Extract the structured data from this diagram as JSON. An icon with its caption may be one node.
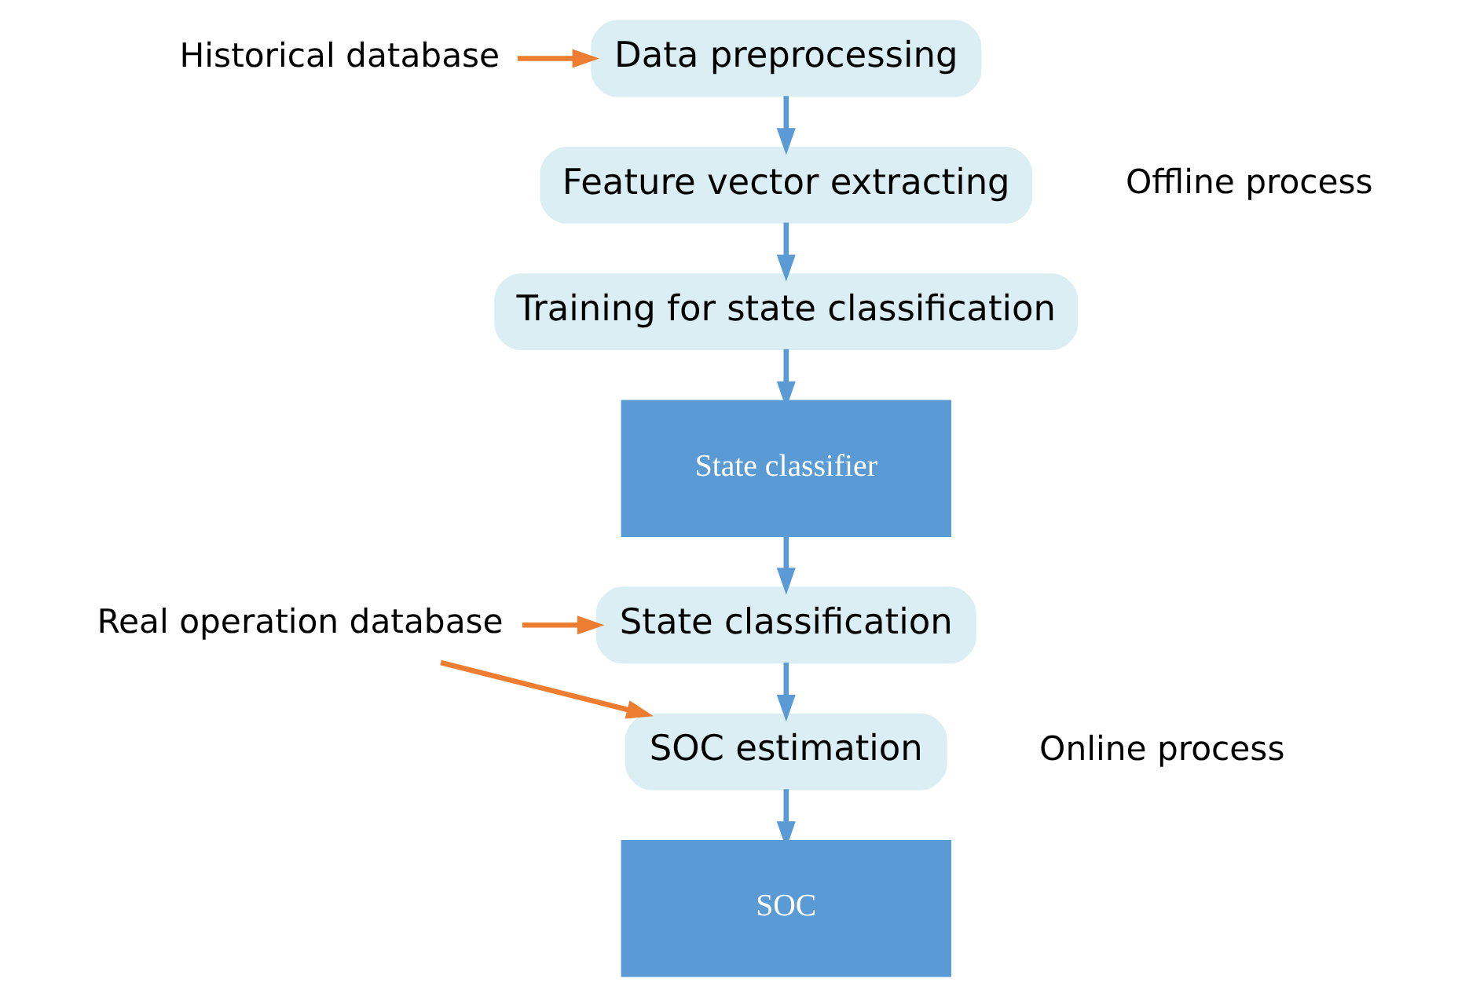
{
  "diagram": {
    "nodes": [
      {
        "text": [
          "Historical database"
        ]
      },
      {
        "text": [
          "Data preprocessing"
        ]
      },
      {
        "text": [
          "Feature vector extracting"
        ]
      },
      {
        "text": [
          "Training for state classification"
        ]
      },
      {
        "text": [
          "State classifier"
        ]
      },
      {
        "text": [
          "Real operation database"
        ]
      },
      {
        "text": [
          "State classification"
        ]
      },
      {
        "text": [
          "SOC estimation"
        ]
      },
      {
        "text": [
          "SOC"
        ]
      }
    ],
    "edges": [
      {
        "from": 0,
        "to": 1,
        "arrow": "to",
        "color": "#ed7d31"
      },
      {
        "from": 1,
        "to": 2,
        "arrow": "to"
      },
      {
        "from": 2,
        "to": 3,
        "arrow": "to"
      },
      {
        "from": 3,
        "to": 4,
        "arrow": "to"
      },
      {
        "from": 4,
        "to": 6,
        "arrow": "to"
      },
      {
        "from": 5,
        "to": 6,
        "arrow": "to",
        "color": "#ed7d31"
      },
      {
        "from": 5,
        "to": 7,
        "arrow": "to",
        "color": "#ed7d31"
      },
      {
        "from": 6,
        "to": 7,
        "arrow": "to"
      },
      {
        "from": 7,
        "to": 8,
        "arrow": "to"
      }
    ],
    "labels": [
      "Offline process",
      "Online process"
    ]
  }
}
